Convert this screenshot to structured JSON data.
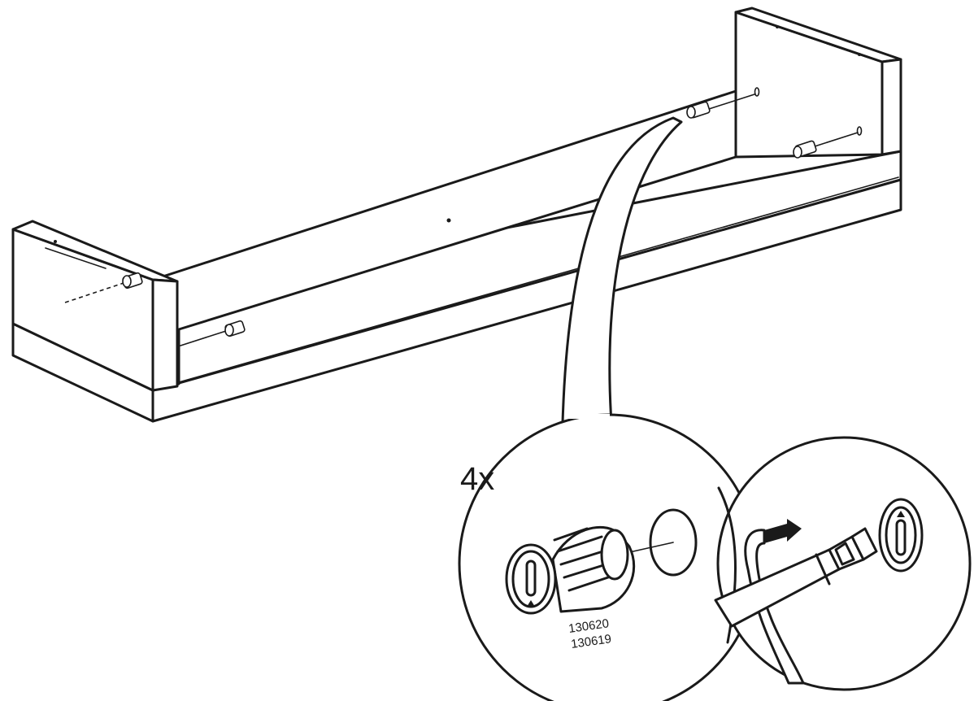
{
  "callout": {
    "quantity": "4x",
    "part_numbers": [
      "130620",
      "130619"
    ]
  },
  "colors": {
    "line": "#1a1a1a",
    "background": "#ffffff"
  },
  "icons": [
    "cam-lock-fitting-icon",
    "screwdriver-icon",
    "rotation-arrow-icon"
  ]
}
